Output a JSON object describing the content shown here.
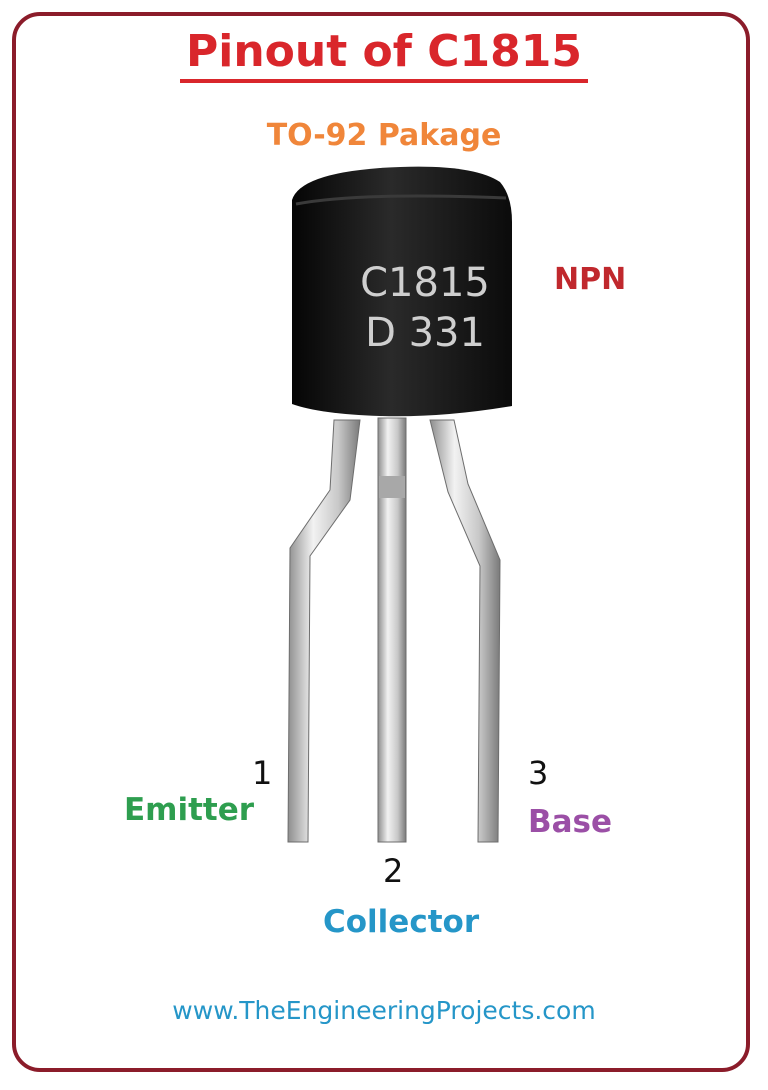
{
  "title": "Pinout of C1815",
  "package": "TO-92 Pakage",
  "type": "NPN",
  "marking": {
    "line1": "C1815",
    "line2": "D 331"
  },
  "pins": [
    {
      "number": "1",
      "label": "Emitter",
      "color": "#2e9e4f"
    },
    {
      "number": "2",
      "label": "Collector",
      "color": "#2596c8"
    },
    {
      "number": "3",
      "label": "Base",
      "color": "#9b4fa6"
    }
  ],
  "website": "www.TheEngineeringProjects.com",
  "colors": {
    "frame": "#8b1c2a",
    "title": "#d9262b",
    "package": "#f0863a",
    "npn": "#c0282d"
  }
}
